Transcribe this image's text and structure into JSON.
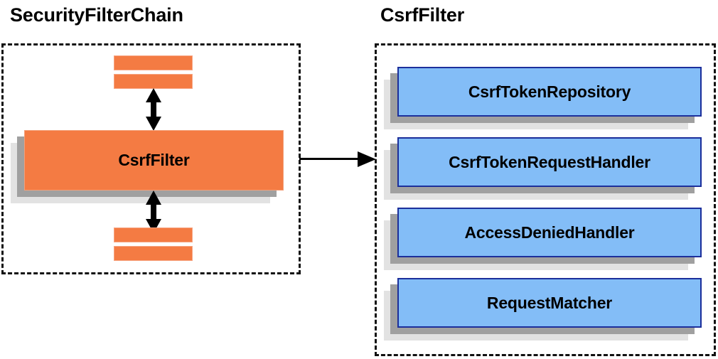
{
  "diagram": {
    "type": "architecture-block-diagram",
    "background_color": "#ffffff",
    "colors": {
      "orange_fill": "#f47b43",
      "blue_fill": "#83bdf7",
      "blue_border": "#1c2f9b",
      "shadow_dark": "#a0a0a0",
      "shadow_light": "#e2e2e2",
      "dashed_border": "#111111",
      "text": "#000000"
    }
  },
  "panels": {
    "left": {
      "title": "SecurityFilterChain",
      "filter_bars_top": [
        {
          "name": "filter-bar-top-1"
        },
        {
          "name": "filter-bar-top-2"
        }
      ],
      "focused_component": {
        "label": "CsrfFilter"
      },
      "filter_bars_bottom": [
        {
          "name": "filter-bar-bottom-1"
        },
        {
          "name": "filter-bar-bottom-2"
        }
      ],
      "arrows": [
        {
          "name": "arrow-up-down-above-csrffilter",
          "kind": "double-headed-vertical"
        },
        {
          "name": "arrow-up-down-below-csrffilter",
          "kind": "double-headed-vertical"
        }
      ]
    },
    "right": {
      "title": "CsrfFilter",
      "components": [
        {
          "label": "CsrfTokenRepository"
        },
        {
          "label": "CsrfTokenRequestHandler"
        },
        {
          "label": "AccessDeniedHandler"
        },
        {
          "label": "RequestMatcher"
        }
      ]
    }
  },
  "connector": {
    "name": "arrow-left-panel-to-right-panel",
    "kind": "single-headed-horizontal",
    "from": "SecurityFilterChain",
    "to": "CsrfFilter"
  }
}
